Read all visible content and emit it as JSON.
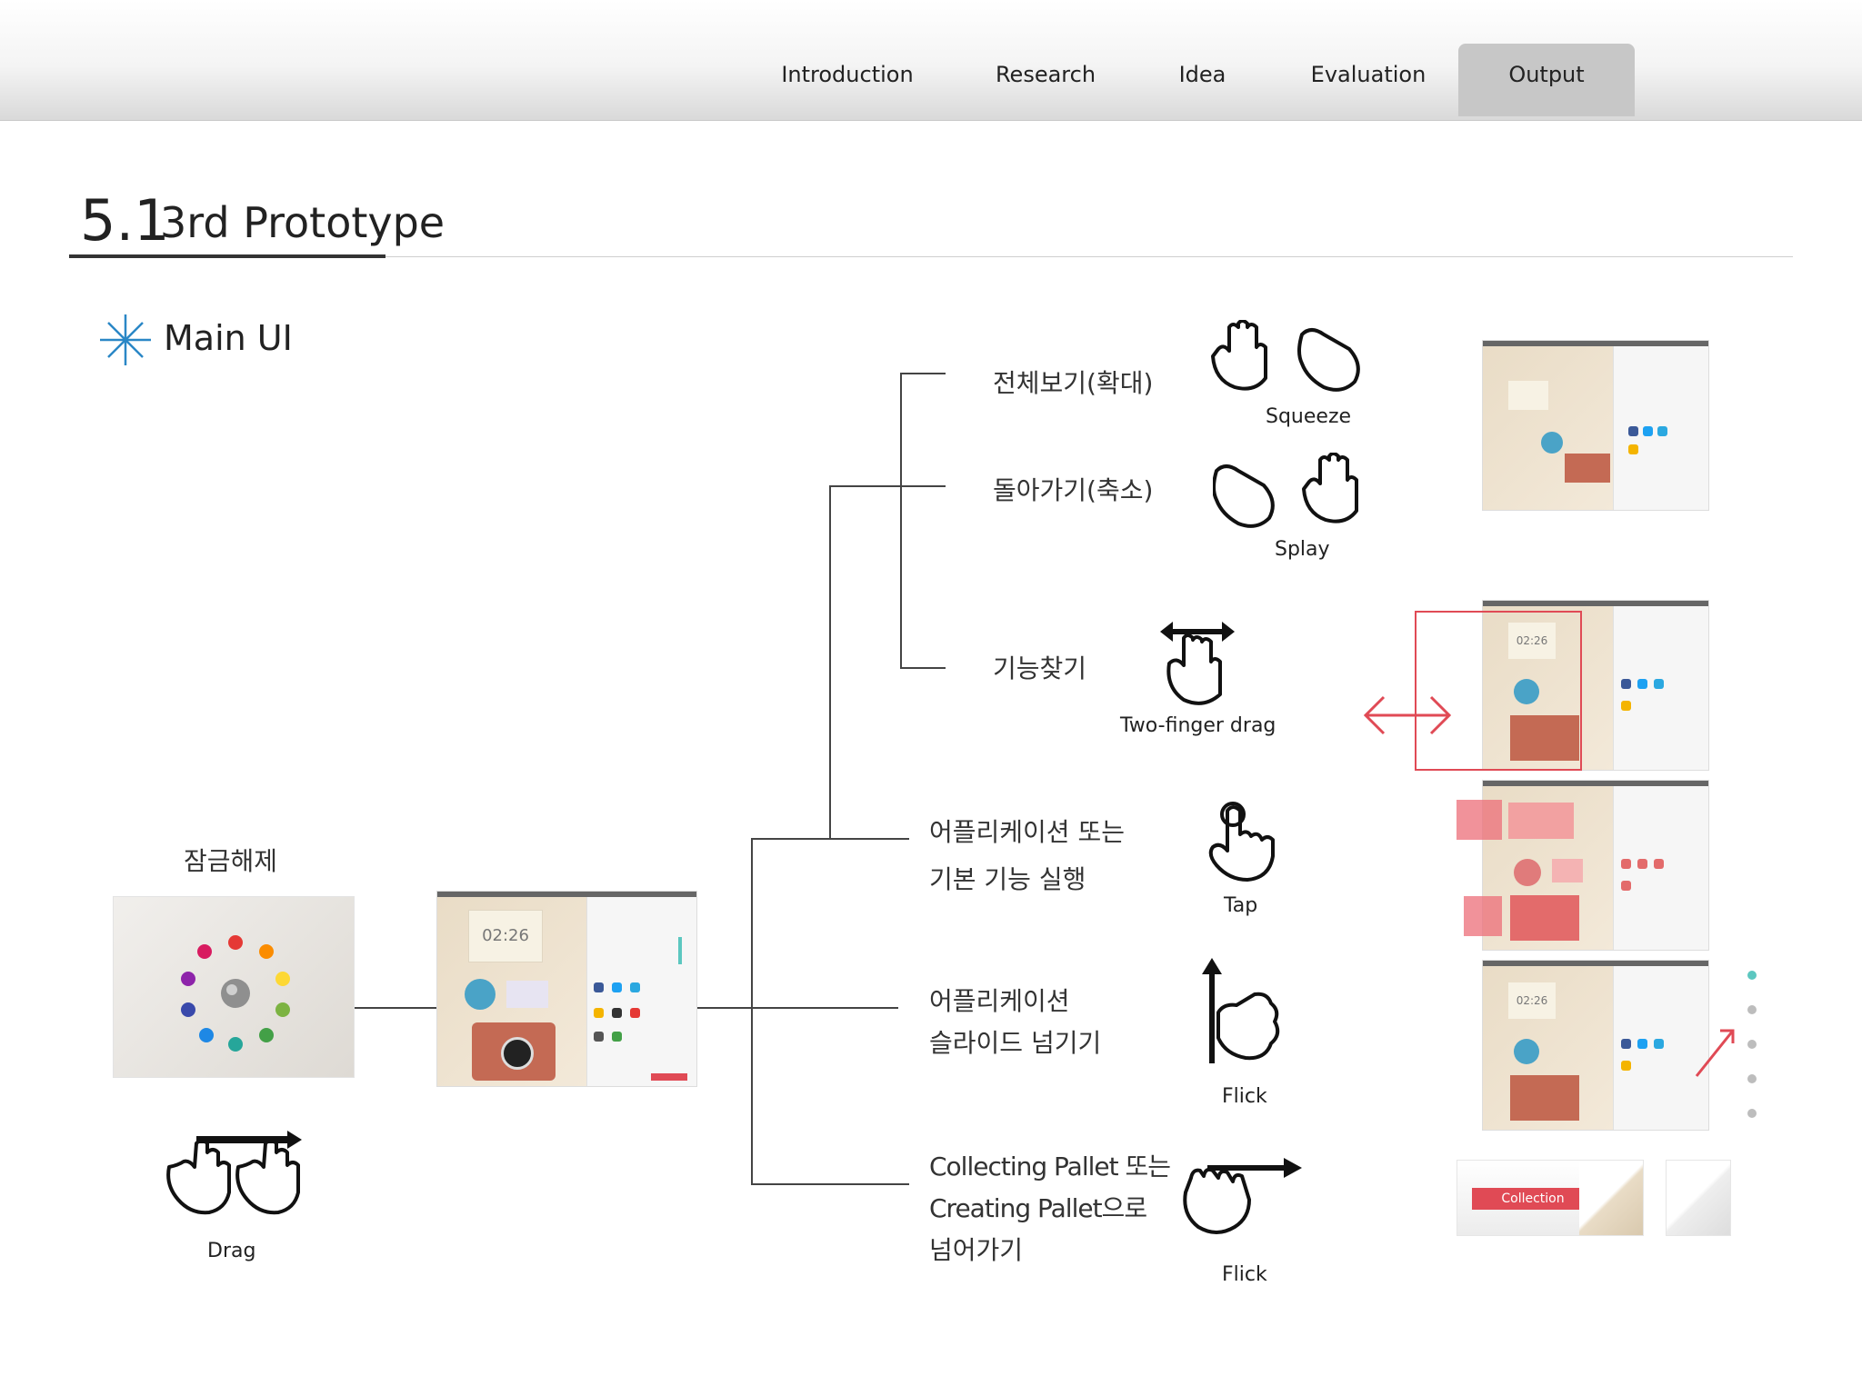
{
  "nav": {
    "items": [
      "Introduction",
      "Research",
      "Idea",
      "Evaluation",
      "Output"
    ],
    "active": "Output"
  },
  "title": {
    "number": "5.1",
    "text": "3rd Prototype"
  },
  "section": {
    "label": "Main UI"
  },
  "unlock": {
    "label": "잠금해제",
    "gesture": "Drag"
  },
  "branches": {
    "zoom_in": {
      "label": "전체보기(확대)",
      "gesture": "Squeeze"
    },
    "zoom_out": {
      "label": "돌아가기(축소)",
      "gesture": "Splay"
    },
    "find": {
      "label": "기능찾기",
      "gesture": "Two-finger drag"
    },
    "run": {
      "line1": "어플리케이션 또는",
      "line2": "기본 기능 실행",
      "gesture": "Tap"
    },
    "slide": {
      "line1": "어플리케이션",
      "line2": "슬라이드 넘기기",
      "gesture": "Flick"
    },
    "pallet": {
      "line1": "Collecting Pallet 또는",
      "line2": "Creating Pallet으로",
      "line3": "넘어가기",
      "gesture": "Flick"
    }
  },
  "screens": {
    "clock": "02:26",
    "collection_label": "Collection"
  },
  "colors": {
    "accent": "#e04a55",
    "star": "#2a87c6",
    "line": "#444444",
    "active_tab": "#c7c7c7"
  }
}
